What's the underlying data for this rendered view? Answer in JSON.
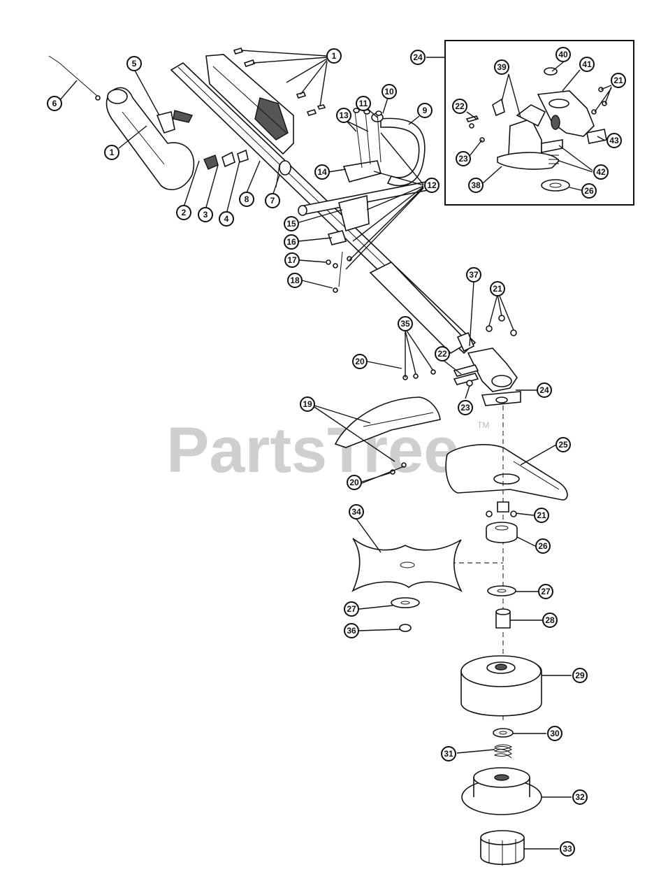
{
  "watermark": {
    "text": "PartsTree",
    "tm": "TM"
  },
  "callouts": {
    "c1a": "1",
    "c1b": "1",
    "c2": "2",
    "c3": "3",
    "c4": "4",
    "c5": "5",
    "c6": "6",
    "c7": "7",
    "c8": "8",
    "c9": "9",
    "c10": "10",
    "c11": "11",
    "c12": "12",
    "c13": "13",
    "c14": "14",
    "c15": "15",
    "c16": "16",
    "c17": "17",
    "c18": "18",
    "c19": "19",
    "c20a": "20",
    "c20b": "20",
    "c21a": "21",
    "c21b": "21",
    "c21c": "21",
    "c22a": "22",
    "c22b": "22",
    "c23a": "23",
    "c23b": "23",
    "c24a": "24",
    "c24b": "24",
    "c25": "25",
    "c26a": "26",
    "c26b": "26",
    "c27a": "27",
    "c27b": "27",
    "c28": "28",
    "c29": "29",
    "c30": "30",
    "c31": "31",
    "c32": "32",
    "c33": "33",
    "c34": "34",
    "c35": "35",
    "c36": "36",
    "c37": "37",
    "c38": "38",
    "c39": "39",
    "c40": "40",
    "c41": "41",
    "c42": "42",
    "c43": "43"
  }
}
